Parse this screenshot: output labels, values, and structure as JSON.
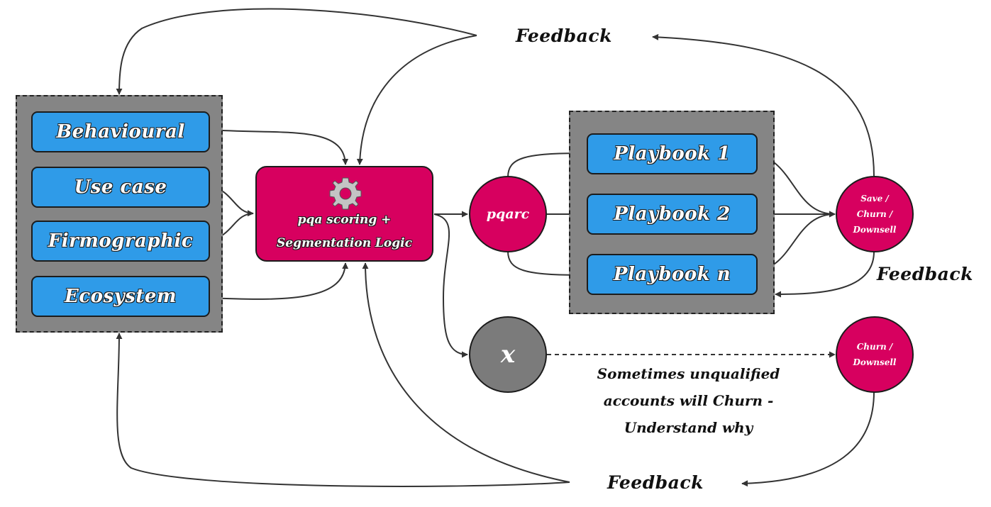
{
  "inputs": {
    "behavioural": "Behavioural",
    "use_case": "Use case",
    "firmographic": "Firmographic",
    "ecosystem": "Ecosystem"
  },
  "logic": {
    "line1": "pqa scoring +",
    "line2": "Segmentation Logic",
    "icon": "gear-icon"
  },
  "pqarc": "pqarc",
  "unqualified_symbol": "x",
  "playbooks": {
    "p1": "Playbook 1",
    "p2": "Playbook 2",
    "pn": "Playbook n"
  },
  "outcome_top": {
    "line1": "Save /",
    "line2": "Churn /",
    "line3": "Downsell"
  },
  "outcome_bottom": {
    "line1": "Churn /",
    "line2": "Downsell"
  },
  "feedback_top": "Feedback",
  "feedback_right": "Feedback",
  "feedback_bottom": "Feedback",
  "note": {
    "line1": "Sometimes unqualified",
    "line2": "accounts will Churn -",
    "line3": "Understand why"
  },
  "colors": {
    "blue": "#2f9be8",
    "pink": "#d7005f",
    "grey_group": "#858585",
    "grey_circle": "#7b7b7b"
  }
}
